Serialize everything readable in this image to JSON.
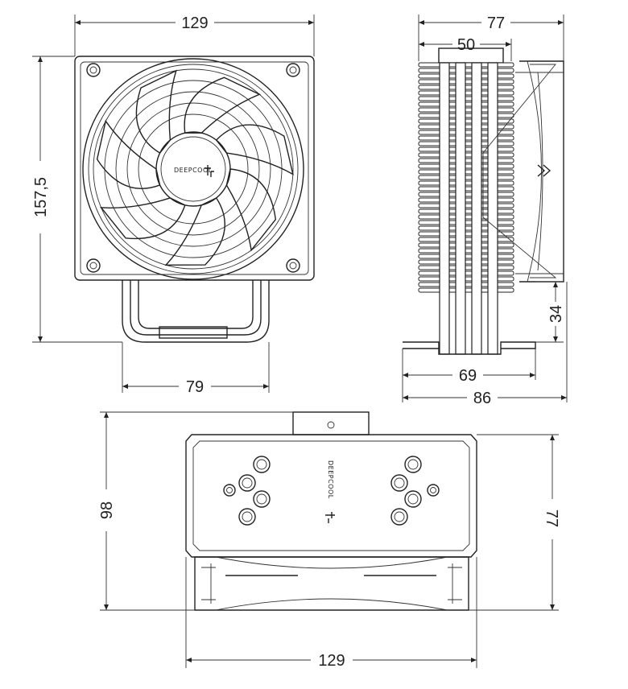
{
  "dimensions": {
    "front_width": "129",
    "front_height": "157,5",
    "base_width": "79",
    "side_depth": "77",
    "side_fin_depth": "50",
    "side_fan_clearance": "34",
    "side_base_inner": "69",
    "side_base_outer": "86",
    "top_depth": "98",
    "top_fin_height": "77",
    "top_width": "129"
  },
  "brand": {
    "name": "DEEPCOOL"
  },
  "colors": {
    "line": "#222222",
    "background": "#ffffff"
  },
  "icons": [
    "deepcool-logo-icon",
    "fan-icon",
    "heatpipe-icon"
  ]
}
